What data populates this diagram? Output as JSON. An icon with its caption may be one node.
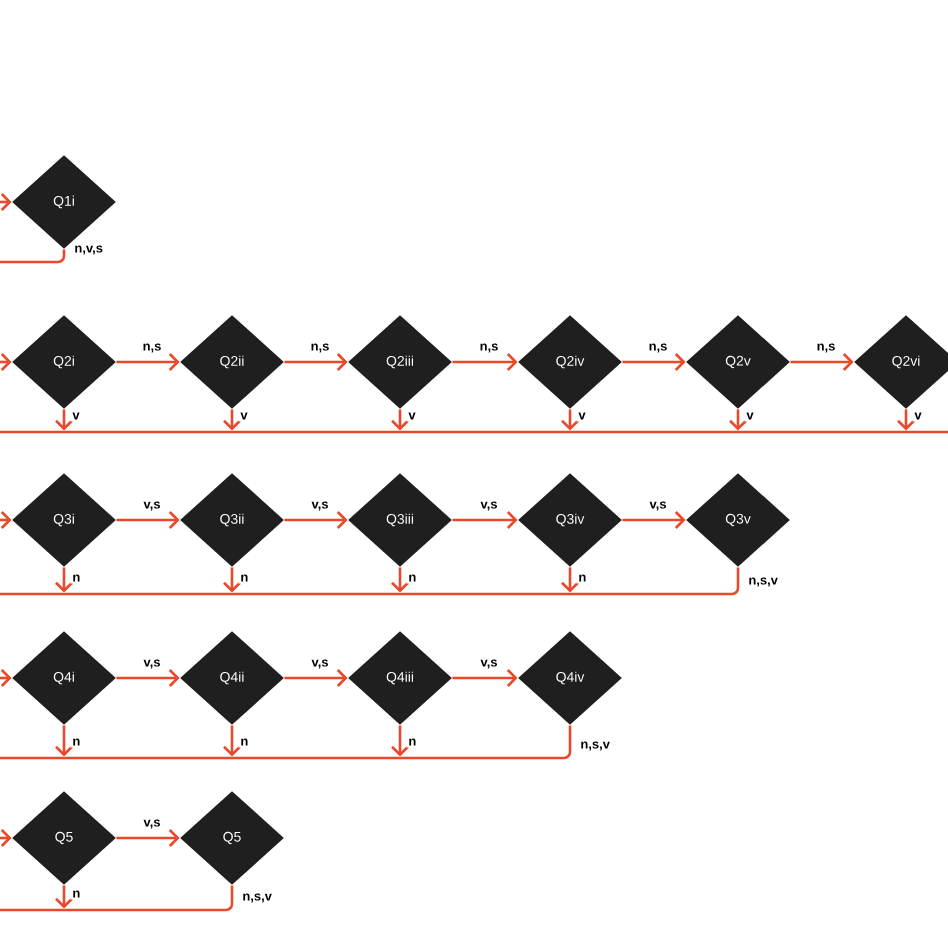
{
  "diagram": {
    "nodes": [
      {
        "text": [
          "Q1i"
        ]
      },
      {
        "text": [
          "Q2i"
        ]
      },
      {
        "text": [
          "Q2ii"
        ]
      },
      {
        "text": [
          "Q2iii"
        ]
      },
      {
        "text": [
          "Q2iv"
        ]
      },
      {
        "text": [
          "Q2v"
        ]
      },
      {
        "text": [
          "Q2vi"
        ]
      },
      {
        "text": [
          "Q3i"
        ]
      },
      {
        "text": [
          "Q3ii"
        ]
      },
      {
        "text": [
          "Q3iii"
        ]
      },
      {
        "text": [
          "Q3iv"
        ]
      },
      {
        "text": [
          "Q3v"
        ]
      },
      {
        "text": [
          "Q4i"
        ]
      },
      {
        "text": [
          "Q4ii"
        ]
      },
      {
        "text": [
          "Q4iii"
        ]
      },
      {
        "text": [
          "Q4iv"
        ]
      },
      {
        "text": [
          "Q5"
        ]
      },
      {
        "text": [
          "Q5"
        ]
      }
    ],
    "edges": [
      {
        "from": null,
        "to": 0,
        "arrow": "to"
      },
      {
        "from": 0,
        "to": null,
        "arrow": "none",
        "label": "n,v,s"
      },
      {
        "from": null,
        "to": 1,
        "arrow": "to"
      },
      {
        "from": 1,
        "to": 2,
        "arrow": "to",
        "label": "n,s"
      },
      {
        "from": 2,
        "to": 3,
        "arrow": "to",
        "label": "n,s"
      },
      {
        "from": 3,
        "to": 4,
        "arrow": "to",
        "label": "n,s"
      },
      {
        "from": 4,
        "to": 5,
        "arrow": "to",
        "label": "n,s"
      },
      {
        "from": 5,
        "to": 6,
        "arrow": "to",
        "label": "n,s"
      },
      {
        "from": 1,
        "to": null,
        "arrow": "to",
        "label": "v"
      },
      {
        "from": 2,
        "to": null,
        "arrow": "to",
        "label": "v"
      },
      {
        "from": 3,
        "to": null,
        "arrow": "to",
        "label": "v"
      },
      {
        "from": 4,
        "to": null,
        "arrow": "to",
        "label": "v"
      },
      {
        "from": 5,
        "to": null,
        "arrow": "to",
        "label": "v"
      },
      {
        "from": 6,
        "to": null,
        "arrow": "to",
        "label": "v"
      },
      {
        "from": null,
        "to": 7,
        "arrow": "to"
      },
      {
        "from": 7,
        "to": 8,
        "arrow": "to",
        "label": "v,s"
      },
      {
        "from": 8,
        "to": 9,
        "arrow": "to",
        "label": "v,s"
      },
      {
        "from": 9,
        "to": 10,
        "arrow": "to",
        "label": "v,s"
      },
      {
        "from": 10,
        "to": 11,
        "arrow": "to",
        "label": "v,s"
      },
      {
        "from": 7,
        "to": null,
        "arrow": "to",
        "label": "n"
      },
      {
        "from": 8,
        "to": null,
        "arrow": "to",
        "label": "n"
      },
      {
        "from": 9,
        "to": null,
        "arrow": "to",
        "label": "n"
      },
      {
        "from": 10,
        "to": null,
        "arrow": "to",
        "label": "n"
      },
      {
        "from": 11,
        "to": null,
        "arrow": "none",
        "label": "n,s,v"
      },
      {
        "from": null,
        "to": 12,
        "arrow": "to"
      },
      {
        "from": 12,
        "to": 13,
        "arrow": "to",
        "label": "v,s"
      },
      {
        "from": 13,
        "to": 14,
        "arrow": "to",
        "label": "v,s"
      },
      {
        "from": 14,
        "to": 15,
        "arrow": "to",
        "label": "v,s"
      },
      {
        "from": 12,
        "to": null,
        "arrow": "to",
        "label": "n"
      },
      {
        "from": 13,
        "to": null,
        "arrow": "to",
        "label": "n"
      },
      {
        "from": 14,
        "to": null,
        "arrow": "to",
        "label": "n"
      },
      {
        "from": 15,
        "to": null,
        "arrow": "none",
        "label": "n,s,v"
      },
      {
        "from": null,
        "to": 16,
        "arrow": "to"
      },
      {
        "from": 16,
        "to": 17,
        "arrow": "to",
        "label": "v,s"
      },
      {
        "from": 16,
        "to": null,
        "arrow": "to",
        "label": "n"
      },
      {
        "from": 17,
        "to": null,
        "arrow": "none",
        "label": "n,s,v"
      }
    ]
  }
}
